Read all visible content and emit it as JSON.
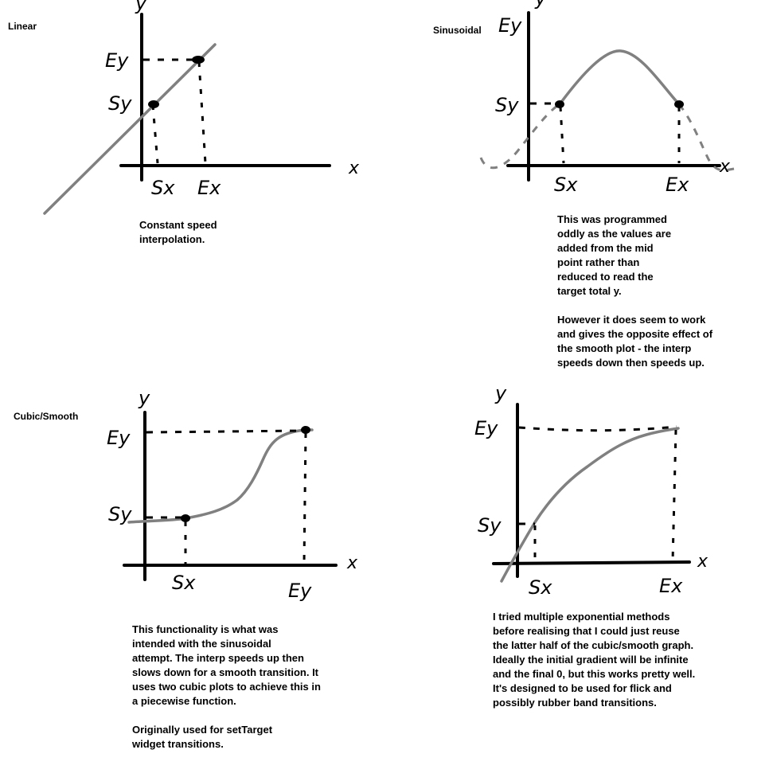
{
  "panels": {
    "linear": {
      "title": "Linear",
      "labels": {
        "y_axis": "y",
        "x_axis": "x",
        "ey": "Ey",
        "sy": "Sy",
        "sx": "Sx",
        "ex": "Ex"
      },
      "note": "Constant speed\ninterpolation."
    },
    "sinusoidal": {
      "title": "Sinusoidal",
      "labels": {
        "y_axis": "y",
        "x_axis": "x",
        "ey": "Ey",
        "sy": "Sy",
        "sx": "Sx",
        "ex": "Ex"
      },
      "note": "This was programmed\noddly as the values are\nadded from the mid\npoint rather than\nreduced to read the\ntarget total y.\n\nHowever it does seem to work\nand gives the opposite effect of\nthe smooth plot - the interp\nspeeds down then speeds up."
    },
    "cubic": {
      "title": "Cubic/Smooth",
      "labels": {
        "y_axis": "y",
        "x_axis": "x",
        "ey": "Ey",
        "sy": "Sy",
        "sx": "Sx",
        "ex": "Ey"
      },
      "note": "This functionality is what was\nintended with the sinusoidal\nattempt. The interp speeds up then\nslows down for a smooth transition. It\nuses two cubic plots to achieve this in\na piecewise function.\n\nOriginally used for setTarget\nwidget transitions."
    },
    "exponential": {
      "title": "",
      "labels": {
        "y_axis": "y",
        "x_axis": "x",
        "ey": "Ey",
        "sy": "Sy",
        "sx": "Sx",
        "ex": "Ex"
      },
      "note": "I tried multiple exponential methods\nbefore realising that I could just reuse\nthe latter half of the cubic/smooth graph.\nIdeally the initial gradient will be infinite\nand the final 0, but this works pretty well.\nIt's designed to be used for flick and\npossibly rubber band transitions."
    }
  },
  "colors": {
    "axis": "#000000",
    "curve": "#808080",
    "background": "#ffffff"
  }
}
